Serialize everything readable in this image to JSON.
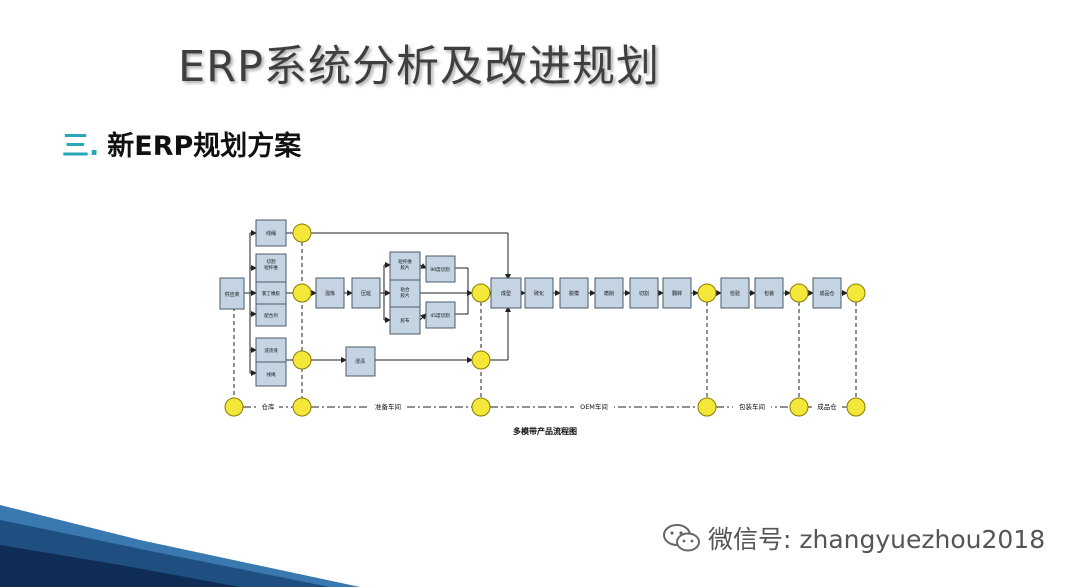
{
  "page": {
    "title": "ERP系统分析及改进规划",
    "section_num": "三.",
    "section_title": "新ERP规划方案"
  },
  "diagram": {
    "caption": "多模带产品流程图",
    "boxes": [
      {
        "id": "supplier",
        "label": "供应商"
      },
      {
        "id": "line1",
        "label": "线绳"
      },
      {
        "id": "cut",
        "label": "切割\n短纤维"
      },
      {
        "id": "rubber",
        "label": "氯丁橡胶"
      },
      {
        "id": "mix",
        "label": "配合剂"
      },
      {
        "id": "dip",
        "label": "浸渍液"
      },
      {
        "id": "line2",
        "label": "线绳"
      },
      {
        "id": "mill",
        "label": "混炼"
      },
      {
        "id": "calender",
        "label": "压延"
      },
      {
        "id": "fiber",
        "label": "短纤维\n胶片"
      },
      {
        "id": "adhesive",
        "label": "粘合\n胶片"
      },
      {
        "id": "cloth",
        "label": "胶布"
      },
      {
        "id": "cut90",
        "label": "90度切割"
      },
      {
        "id": "cut45",
        "label": "45度切割"
      },
      {
        "id": "soak",
        "label": "浸渍"
      },
      {
        "id": "form",
        "label": "成型"
      },
      {
        "id": "vulc",
        "label": "硫化"
      },
      {
        "id": "demold",
        "label": "脱模"
      },
      {
        "id": "grind",
        "label": "磨削"
      },
      {
        "id": "slit",
        "label": "切割"
      },
      {
        "id": "reverse",
        "label": "翻转"
      },
      {
        "id": "inspect",
        "label": "检验"
      },
      {
        "id": "pack",
        "label": "包装"
      },
      {
        "id": "fg",
        "label": "成品仓"
      }
    ],
    "zones": [
      "仓库",
      "准备车间",
      "OEM车间",
      "包装车间",
      "成品仓"
    ]
  },
  "watermark": {
    "text": "微信号: zhangyuezhou2018"
  },
  "colors": {
    "box_fill": "#c5d4e3",
    "node_fill": "#f3e83a",
    "accent": "#2aa7b5",
    "wave_blue": "#3a78b0"
  }
}
